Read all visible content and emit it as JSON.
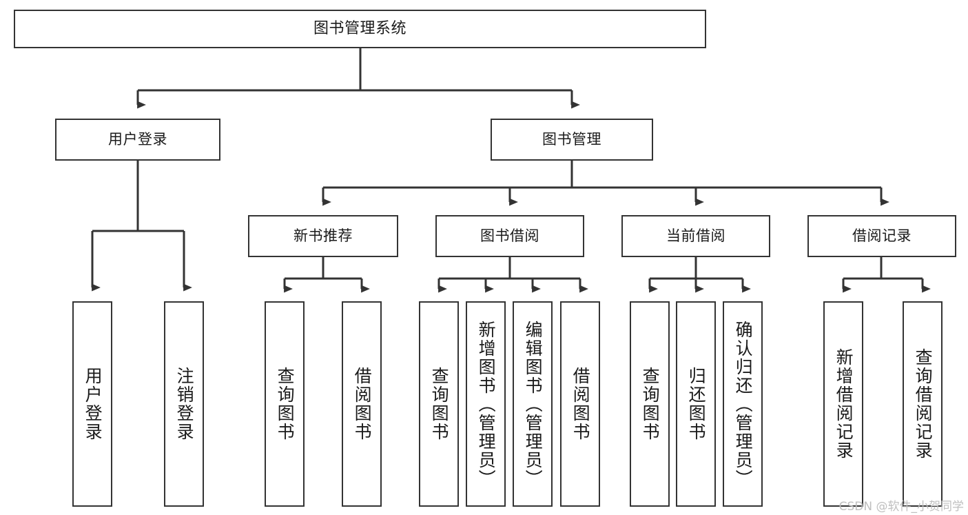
{
  "diagram": {
    "type": "tree",
    "title": "图书管理系统",
    "watermark": "CSDN @软件_小贺同学",
    "colors": {
      "node_border": "#333333",
      "node_fill": "#ffffff",
      "edge": "#333333",
      "text": "#1a1a1a",
      "watermark": "#bfbfbf",
      "background": "#ffffff"
    },
    "nodes": {
      "root": {
        "label": "图书管理系统"
      },
      "level1": [
        {
          "id": "user-login",
          "label": "用户登录"
        },
        {
          "id": "book-manage",
          "label": "图书管理"
        }
      ],
      "level2": [
        {
          "id": "new-book-rec",
          "label": "新书推荐"
        },
        {
          "id": "book-borrow",
          "label": "图书借阅"
        },
        {
          "id": "current-borrow",
          "label": "当前借阅"
        },
        {
          "id": "borrow-record",
          "label": "借阅记录"
        }
      ],
      "leaves": {
        "user_login": [
          {
            "id": "leaf-user-login",
            "label": "用户登录"
          },
          {
            "id": "leaf-user-logout",
            "label": "注销登录"
          }
        ],
        "new_book_rec": [
          {
            "id": "leaf-query-book-1",
            "label": "查询图书"
          },
          {
            "id": "leaf-borrow-book-1",
            "label": "借阅图书"
          }
        ],
        "book_borrow": [
          {
            "id": "leaf-query-book-2",
            "label": "查询图书"
          },
          {
            "id": "leaf-add-book",
            "label": "新增图书（管理员）"
          },
          {
            "id": "leaf-edit-book",
            "label": "编辑图书（管理员）"
          },
          {
            "id": "leaf-borrow-book-2",
            "label": "借阅图书"
          }
        ],
        "current_borrow": [
          {
            "id": "leaf-query-book-3",
            "label": "查询图书"
          },
          {
            "id": "leaf-return-book",
            "label": "归还图书"
          },
          {
            "id": "leaf-confirm-return",
            "label": "确认归还（管理员）"
          }
        ],
        "borrow_record": [
          {
            "id": "leaf-add-record",
            "label": "新增借阅记录"
          },
          {
            "id": "leaf-query-record",
            "label": "查询借阅记录"
          }
        ]
      }
    }
  }
}
